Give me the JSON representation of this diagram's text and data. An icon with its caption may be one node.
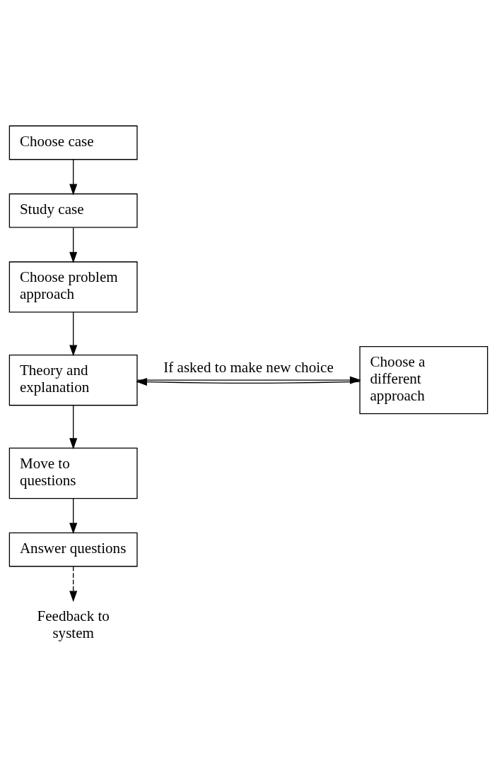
{
  "diagram": {
    "nodes": [
      {
        "text": [
          "Choose case"
        ]
      },
      {
        "text": [
          "Study case"
        ]
      },
      {
        "text": [
          "Choose problem approach"
        ]
      },
      {
        "text": [
          "Choose a different approach"
        ]
      },
      {
        "text": [
          "Theory and explanation"
        ]
      },
      {
        "text": [
          "Move to questions"
        ]
      },
      {
        "text": [
          "Answer questions"
        ]
      },
      {
        "text": [
          "Feedback to system"
        ]
      }
    ],
    "edges": [
      {
        "from": 0,
        "to": 1,
        "arrow": "to"
      },
      {
        "from": 1,
        "to": 2,
        "arrow": "to"
      },
      {
        "from": 2,
        "to": 4,
        "arrow": "to"
      },
      {
        "from": 4,
        "to": 3,
        "arrow": "to",
        "label": "If asked to make new choice"
      },
      {
        "from": 3,
        "to": 4,
        "arrow": "to"
      },
      {
        "from": 4,
        "to": 5,
        "arrow": "to"
      },
      {
        "from": 5,
        "to": 6,
        "arrow": "to"
      },
      {
        "from": 6,
        "to": 7,
        "arrow": "to",
        "style": "dashed"
      }
    ]
  }
}
